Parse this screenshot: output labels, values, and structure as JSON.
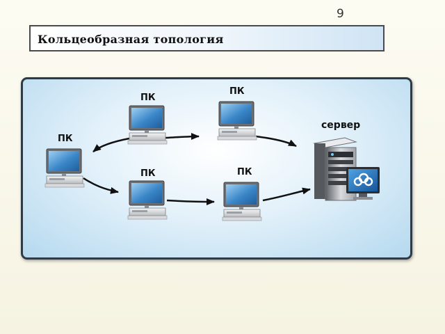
{
  "slide": {
    "page_number": "9",
    "title": "Кольцеобразная топология"
  },
  "diagram": {
    "nodes": [
      {
        "id": "pc-left",
        "label": "ПК",
        "kind": "pc"
      },
      {
        "id": "pc-top-1",
        "label": "ПК",
        "kind": "pc"
      },
      {
        "id": "pc-top-2",
        "label": "ПК",
        "kind": "pc"
      },
      {
        "id": "pc-bottom-1",
        "label": "ПК",
        "kind": "pc"
      },
      {
        "id": "pc-bottom-2",
        "label": "ПК",
        "kind": "pc"
      },
      {
        "id": "server",
        "label": "сервер",
        "kind": "server"
      }
    ],
    "links": [
      {
        "from": "pc-top-1",
        "to": "pc-left"
      },
      {
        "from": "pc-top-1",
        "to": "pc-top-2"
      },
      {
        "from": "pc-top-2",
        "to": "server"
      },
      {
        "from": "pc-left",
        "to": "pc-bottom-1"
      },
      {
        "from": "pc-bottom-1",
        "to": "pc-bottom-2"
      },
      {
        "from": "pc-bottom-2",
        "to": "server"
      }
    ]
  },
  "icons": {
    "pc": "desktop-computer-icon",
    "server": "server-tower-icon",
    "server_screen": "cloud-sync-icon"
  },
  "colors": {
    "panel_border": "#2e3a45",
    "arrow": "#111111",
    "screen": "#3a86c8"
  }
}
